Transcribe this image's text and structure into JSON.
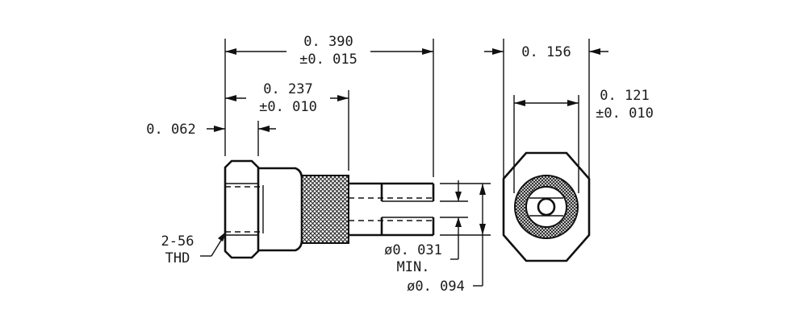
{
  "dimensions": {
    "overall_length": {
      "value": "0. 390",
      "tolerance": "±0. 015"
    },
    "mid_length": {
      "value": "0. 237",
      "tolerance": "±0. 010"
    },
    "hex_thickness": {
      "value": "0. 062"
    },
    "hex_flats": {
      "value": "0. 156"
    },
    "inner_width": {
      "value": "0. 121",
      "tolerance": "±0. 010"
    },
    "pin_hole": {
      "value": "ø0. 031",
      "note": "MIN."
    },
    "pin_diameter": {
      "value": "ø0. 094"
    }
  },
  "thread": {
    "size": "2-56",
    "type": "THD"
  }
}
